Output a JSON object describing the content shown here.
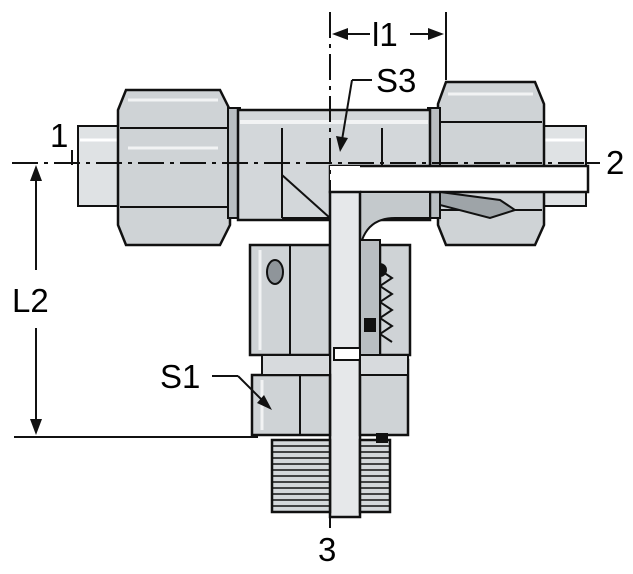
{
  "labels": {
    "port_1": "1",
    "port_2": "2",
    "port_3": "3",
    "dim_l1": "l1",
    "dim_l2": "L2",
    "wrench_s1": "S1",
    "wrench_s3": "S3"
  },
  "colors": {
    "body_fill": "#cfd3d6",
    "body_light": "#e6e8ea",
    "body_dark": "#9ea4a8",
    "outline": "#111111",
    "white": "#ffffff"
  }
}
